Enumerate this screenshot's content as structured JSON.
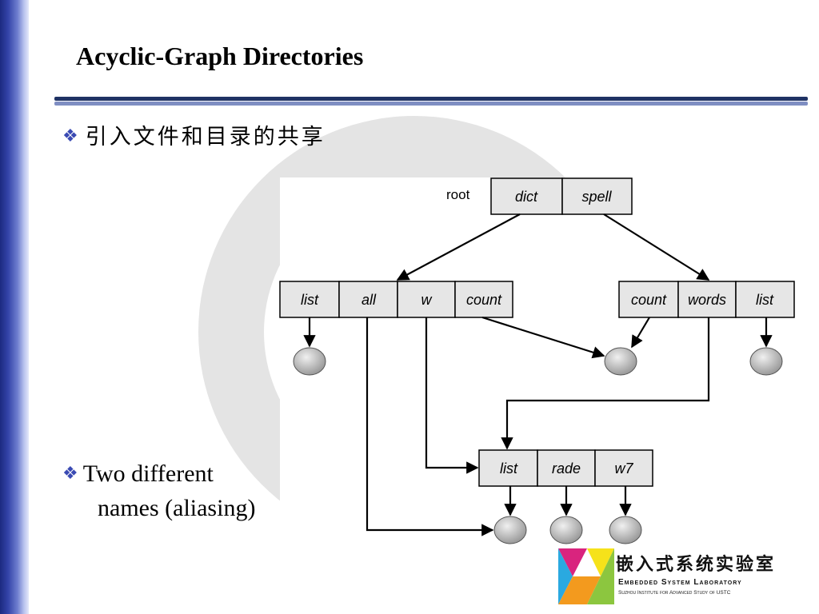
{
  "title": "Acyclic-Graph Directories",
  "bullets": [
    "引入文件和目录的共享",
    "Two different",
    "names (aliasing)"
  ],
  "bullet_icon": "diamond-four-icon",
  "accent_color": "#3a4ab3",
  "diagram": {
    "root_label": "root",
    "root_cells": [
      "dict",
      "spell"
    ],
    "dict_cells": [
      "list",
      "all",
      "w",
      "count"
    ],
    "spell_cells": [
      "count",
      "words",
      "list"
    ],
    "w_cells": [
      "list",
      "rade",
      "w7"
    ]
  },
  "logo": {
    "cn": "嵌入式系统实验室",
    "en": "Embedded System Laboratory",
    "sub": "Suzhou Institute for Advanced Study of USTC"
  }
}
